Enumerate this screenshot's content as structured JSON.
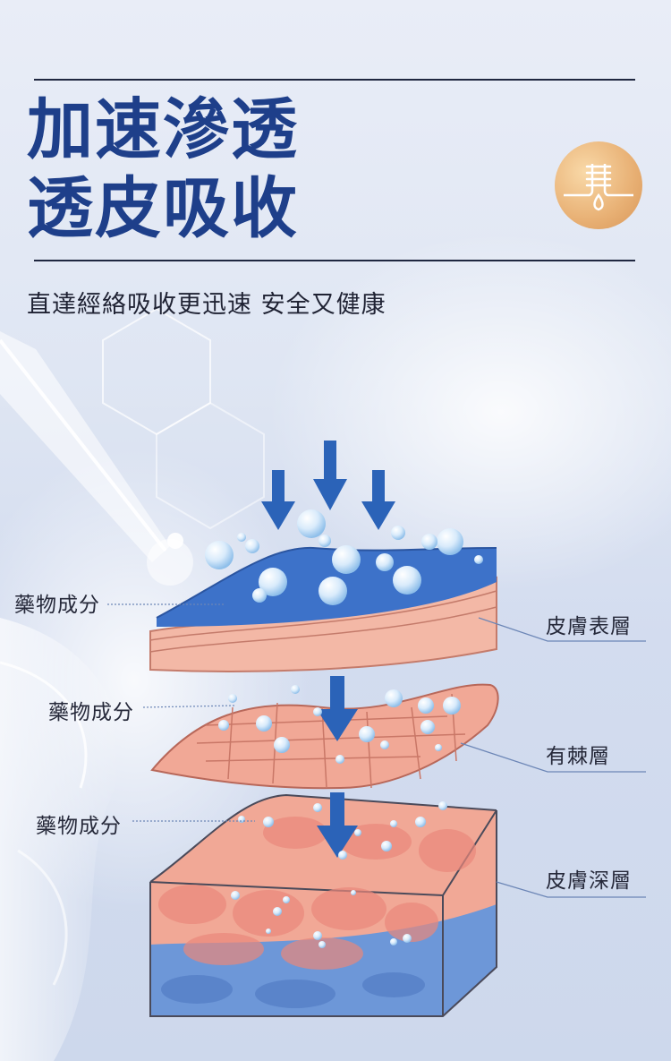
{
  "header": {
    "title_line1": "加速滲透",
    "title_line2": "透皮吸收",
    "subtitle": "直達經絡吸收更迅速  安全又健康"
  },
  "diagram": {
    "left_labels": [
      "藥物成分",
      "藥物成分",
      "藥物成分"
    ],
    "right_labels": [
      "皮膚表層",
      "有棘層",
      "皮膚深層"
    ]
  },
  "colors": {
    "title": "#1e3f8a",
    "arrow": "#2b63b8",
    "skin_pink": "#f1a896",
    "skin_blue": "#3d72c9",
    "badge": "#e8b074"
  },
  "icons": {
    "badge": "follicle-absorption-icon",
    "dropper": "glass-dropper-icon"
  }
}
